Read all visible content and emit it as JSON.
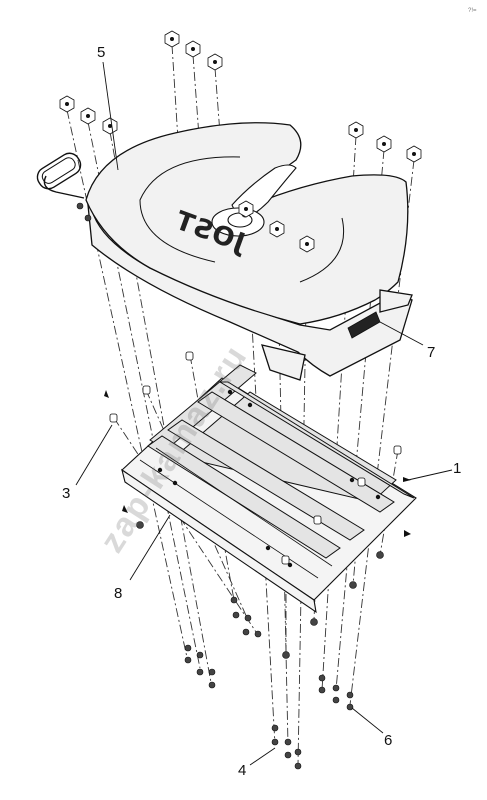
{
  "corner_mark": "?!=",
  "watermark": "zap-kamaz.ru",
  "logo": "JOST",
  "callouts": [
    {
      "id": "1",
      "text": "1"
    },
    {
      "id": "3",
      "text": "3"
    },
    {
      "id": "4",
      "text": "4"
    },
    {
      "id": "5",
      "text": "5"
    },
    {
      "id": "6",
      "text": "6"
    },
    {
      "id": "7",
      "text": "7"
    },
    {
      "id": "8",
      "text": "8"
    }
  ]
}
